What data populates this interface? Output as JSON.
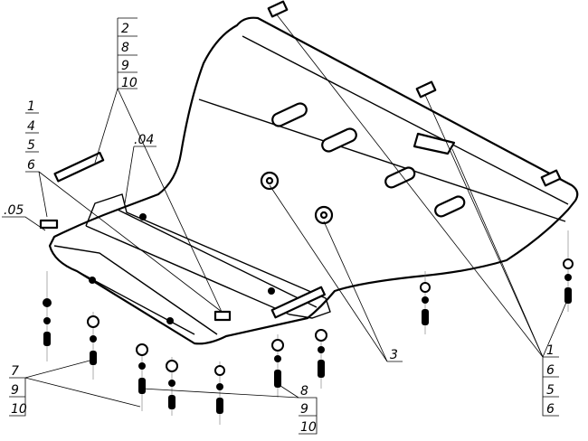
{
  "callouts": {
    "group_top_left": [
      "2",
      "8",
      "9",
      "10"
    ],
    "group_left": [
      "1",
      "4",
      "5",
      "6"
    ],
    "label_04": ".04",
    "label_05": ".05",
    "group_bottom_left": [
      "7",
      "9",
      "10"
    ],
    "group_bottom_mid": [
      "8",
      "9",
      "10"
    ],
    "label_3": "3",
    "group_bottom_right": [
      "1",
      "6",
      "5",
      "6"
    ]
  }
}
